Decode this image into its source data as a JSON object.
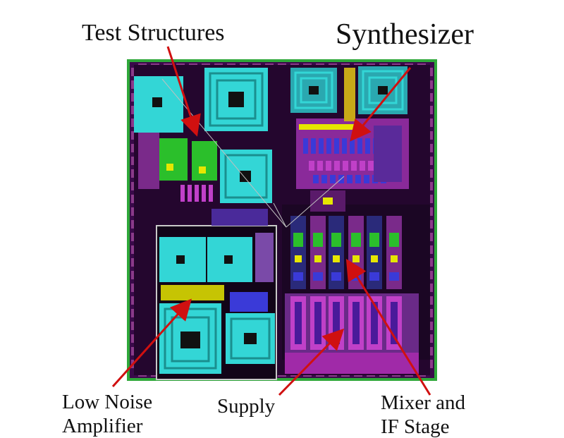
{
  "labels": {
    "test_structures": "Test Structures",
    "synthesizer": "Synthesizer",
    "low_noise_line1": "Low Noise",
    "low_noise_line2": "Amplifier",
    "supply": "Supply",
    "mixer_line1": "Mixer and",
    "mixer_line2": "IF Stage"
  },
  "colors": {
    "die_border": "#2fa83a",
    "die_fill": "#3a0a4a",
    "inductor": "#33d6d6",
    "pad": "#8a3a8a",
    "arrow": "#d01010",
    "transistor_yellow": "#e6e600",
    "metal_blue": "#3a3ad8",
    "metal_magenta": "#c040c8",
    "green": "#2bbf2b"
  }
}
